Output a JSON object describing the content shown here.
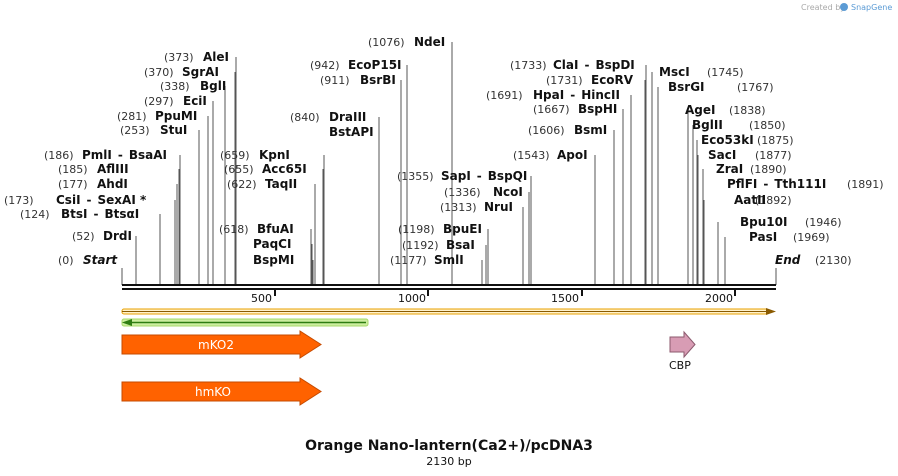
{
  "credit": {
    "prefix": "Created by",
    "brand": "SnapGene"
  },
  "title": "Orange Nano-lantern(Ca2+)/pcDNA3",
  "subtitle": "2130 bp",
  "map": {
    "length": 2130,
    "ticks": [
      {
        "label": "500"
      },
      {
        "label": "1000"
      },
      {
        "label": "1500"
      },
      {
        "label": "2000"
      }
    ],
    "start": {
      "pos": "(0)",
      "label": "Start"
    },
    "end": {
      "label": "End",
      "pos": "(2130)"
    }
  },
  "sites": [
    {
      "pos": "(52)",
      "names": [
        "DrdI"
      ]
    },
    {
      "pos": "(124)",
      "names": [
        "BtsI",
        "-",
        "BtsαI"
      ]
    },
    {
      "pos": "(173)",
      "names": [
        "CsiI",
        "-",
        "SexAI *"
      ]
    },
    {
      "pos": "(177)",
      "names": [
        "AhdI"
      ]
    },
    {
      "pos": "(185)",
      "names": [
        "AflIII"
      ]
    },
    {
      "pos": "(186)",
      "names": [
        "PmlI",
        "-",
        "BsaAI"
      ]
    },
    {
      "pos": "(253)",
      "names": [
        "StuI"
      ]
    },
    {
      "pos": "(281)",
      "names": [
        "PpuMI"
      ]
    },
    {
      "pos": "(297)",
      "names": [
        "EciI"
      ]
    },
    {
      "pos": "(338)",
      "names": [
        "BglI"
      ]
    },
    {
      "pos": "(370)",
      "names": [
        "SgrAI"
      ]
    },
    {
      "pos": "(373)",
      "names": [
        "AleI"
      ]
    },
    {
      "pos": "(618)",
      "names": [
        "BfuAI"
      ]
    },
    {
      "pos": "",
      "names": [
        "PaqCI"
      ]
    },
    {
      "pos": "",
      "names": [
        "BspMI"
      ]
    },
    {
      "pos": "(622)",
      "names": [
        "TaqII"
      ]
    },
    {
      "pos": "(655)",
      "names": [
        "Acc65I"
      ]
    },
    {
      "pos": "(659)",
      "names": [
        "KpnI"
      ]
    },
    {
      "pos": "(840)",
      "names": [
        "DraIII"
      ]
    },
    {
      "pos": "",
      "names": [
        "BstAPI"
      ]
    },
    {
      "pos": "(911)",
      "names": [
        "BsrBI"
      ]
    },
    {
      "pos": "(942)",
      "names": [
        "EcoP15I"
      ]
    },
    {
      "pos": "(1076)",
      "names": [
        "NdeI"
      ]
    },
    {
      "pos": "(1177)",
      "names": [
        "SmlI"
      ]
    },
    {
      "pos": "(1192)",
      "names": [
        "BsaI"
      ]
    },
    {
      "pos": "(1198)",
      "names": [
        "BpuEI"
      ]
    },
    {
      "pos": "(1313)",
      "names": [
        "NruI"
      ]
    },
    {
      "pos": "(1336)",
      "names": [
        "NcoI"
      ]
    },
    {
      "pos": "(1355)",
      "names": [
        "SapI",
        "-",
        "BspQI"
      ]
    },
    {
      "pos": "(1543)",
      "names": [
        "ApoI"
      ]
    },
    {
      "pos": "(1606)",
      "names": [
        "BsmI"
      ]
    },
    {
      "pos": "(1667)",
      "names": [
        "BspHI"
      ]
    },
    {
      "pos": "(1691)",
      "names": [
        "HpaI",
        "-",
        "HincII"
      ]
    },
    {
      "pos": "(1731)",
      "names": [
        "EcoRV"
      ]
    },
    {
      "pos": "(1733)",
      "names": [
        "ClaI",
        "-",
        "BspDI"
      ]
    },
    {
      "pos": "(1745)",
      "names": [
        "MscI"
      ]
    },
    {
      "pos": "(1767)",
      "names": [
        "BsrGI"
      ]
    },
    {
      "pos": "(1838)",
      "names": [
        "AgeI"
      ]
    },
    {
      "pos": "(1850)",
      "names": [
        "BglII"
      ]
    },
    {
      "pos": "(1875)",
      "names": [
        "Eco53kI"
      ]
    },
    {
      "pos": "(1877)",
      "names": [
        "SacI"
      ]
    },
    {
      "pos": "(1890)",
      "names": [
        "ZraI"
      ]
    },
    {
      "pos": "(1891)",
      "names": [
        "PflFI",
        "-",
        "Tth111I"
      ]
    },
    {
      "pos": "(1892)",
      "names": [
        "AatII"
      ]
    },
    {
      "pos": "(1946)",
      "names": [
        "Bpu10I"
      ]
    },
    {
      "pos": "(1969)",
      "names": [
        "PasI"
      ]
    }
  ],
  "features": [
    {
      "name": "mKO2",
      "color": "#ff6200"
    },
    {
      "name": "hmKO",
      "color": "#ff6200"
    },
    {
      "name": "CBP",
      "color": "#d89cb4"
    }
  ],
  "colors": {
    "backbone": "#111111",
    "orf_orange": "#e8a000",
    "orf_green": "#2e7d12"
  }
}
